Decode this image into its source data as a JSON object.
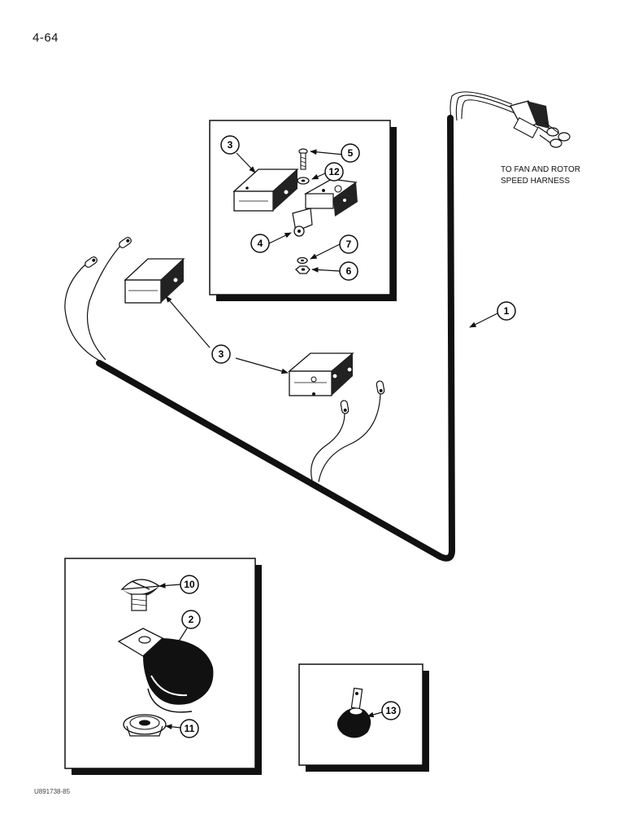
{
  "page": {
    "number": "4-64",
    "figure_code": "U891738-85"
  },
  "harness_note": {
    "line1": "TO FAN AND ROTOR",
    "line2": "SPEED HARNESS"
  },
  "callouts": {
    "harness": "1",
    "clamp": "2",
    "switch_top": "3",
    "switch_bottom": "3",
    "actuator_bracket": "4",
    "screw": "5",
    "lock_washer": "7",
    "nut": "6",
    "spacer": "12",
    "clamp_screw": "10",
    "flange_nut": "11",
    "small_clamp": "13"
  }
}
